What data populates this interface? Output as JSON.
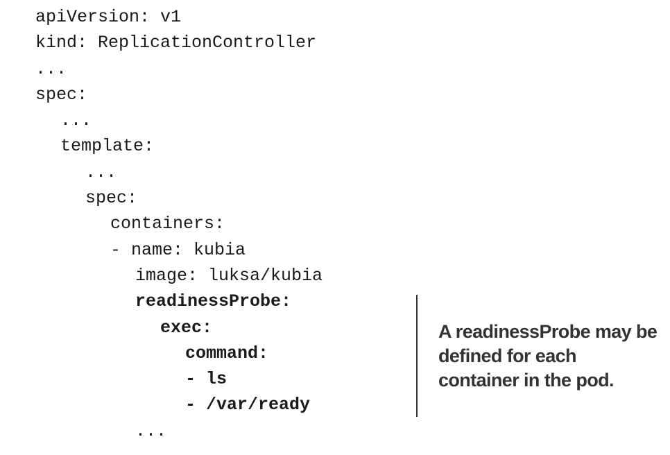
{
  "code": {
    "lines": [
      {
        "text": "apiVersion: v1",
        "indent": 0,
        "bold": false
      },
      {
        "text": "kind: ReplicationController",
        "indent": 0,
        "bold": false
      },
      {
        "text": "...",
        "indent": 0,
        "bold": false
      },
      {
        "text": "spec:",
        "indent": 0,
        "bold": false
      },
      {
        "text": "...",
        "indent": 1,
        "bold": false
      },
      {
        "text": "template:",
        "indent": 1,
        "bold": false
      },
      {
        "text": "...",
        "indent": 2,
        "bold": false
      },
      {
        "text": "spec:",
        "indent": 2,
        "bold": false
      },
      {
        "text": "containers:",
        "indent": 3,
        "bold": false
      },
      {
        "text": "- name: kubia",
        "indent": 3,
        "bold": false
      },
      {
        "text": "image: luksa/kubia",
        "indent": 4,
        "bold": false
      },
      {
        "text": "readinessProbe:",
        "indent": 4,
        "bold": true
      },
      {
        "text": "exec:",
        "indent": 5,
        "bold": true
      },
      {
        "text": "command:",
        "indent": 6,
        "bold": true
      },
      {
        "text": "- ls",
        "indent": 6,
        "bold": true
      },
      {
        "text": "- /var/ready",
        "indent": 6,
        "bold": true
      },
      {
        "text": "...",
        "indent": 4,
        "bold": false
      }
    ]
  },
  "annotation": {
    "text": "A readinessProbe may be defined for each container in the pod."
  }
}
